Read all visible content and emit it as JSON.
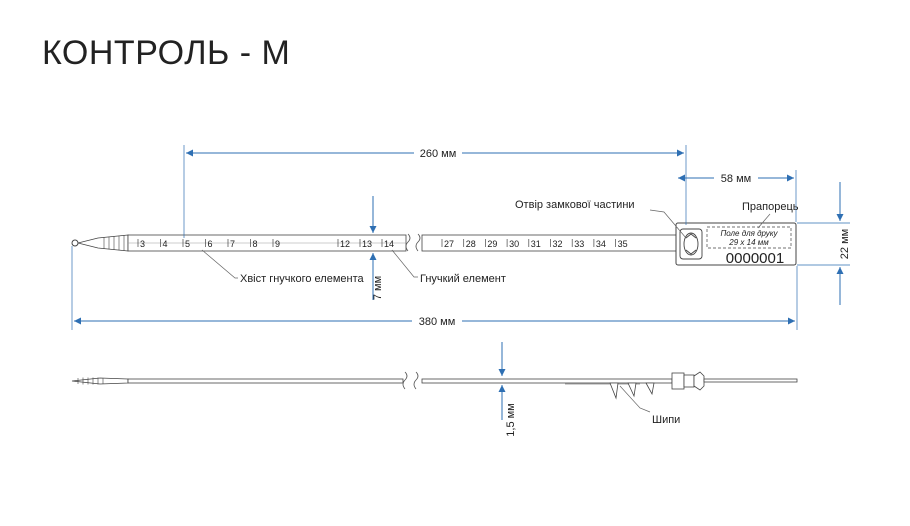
{
  "title": "КОНТРОЛЬ - М",
  "colors": {
    "dimension": "#2e6fb3",
    "outline": "#444444",
    "text": "#222222"
  },
  "dimensions": {
    "tail_length": "260 мм",
    "flag_width": "58 мм",
    "flag_height": "22 мм",
    "tape_height": "7 мм",
    "total_length": "380 мм",
    "thickness": "1,5 мм"
  },
  "labels": {
    "lock_hole": "Отвір замкової частини",
    "flag": "Прапорець",
    "tail": "Хвіст гнучкого елемента",
    "flexible": "Гнучкий елемент",
    "spikes": "Шипи"
  },
  "flag_panel": {
    "print_field_line1": "Поле для друку",
    "print_field_line2": "29 х 14 мм",
    "serial": "0000001"
  },
  "scale_left": [
    "3",
    "4",
    "5",
    "6",
    "7",
    "8",
    "9",
    "12",
    "13",
    "14"
  ],
  "scale_right": [
    "27",
    "28",
    "29",
    "30",
    "31",
    "32",
    "33",
    "34",
    "35"
  ]
}
